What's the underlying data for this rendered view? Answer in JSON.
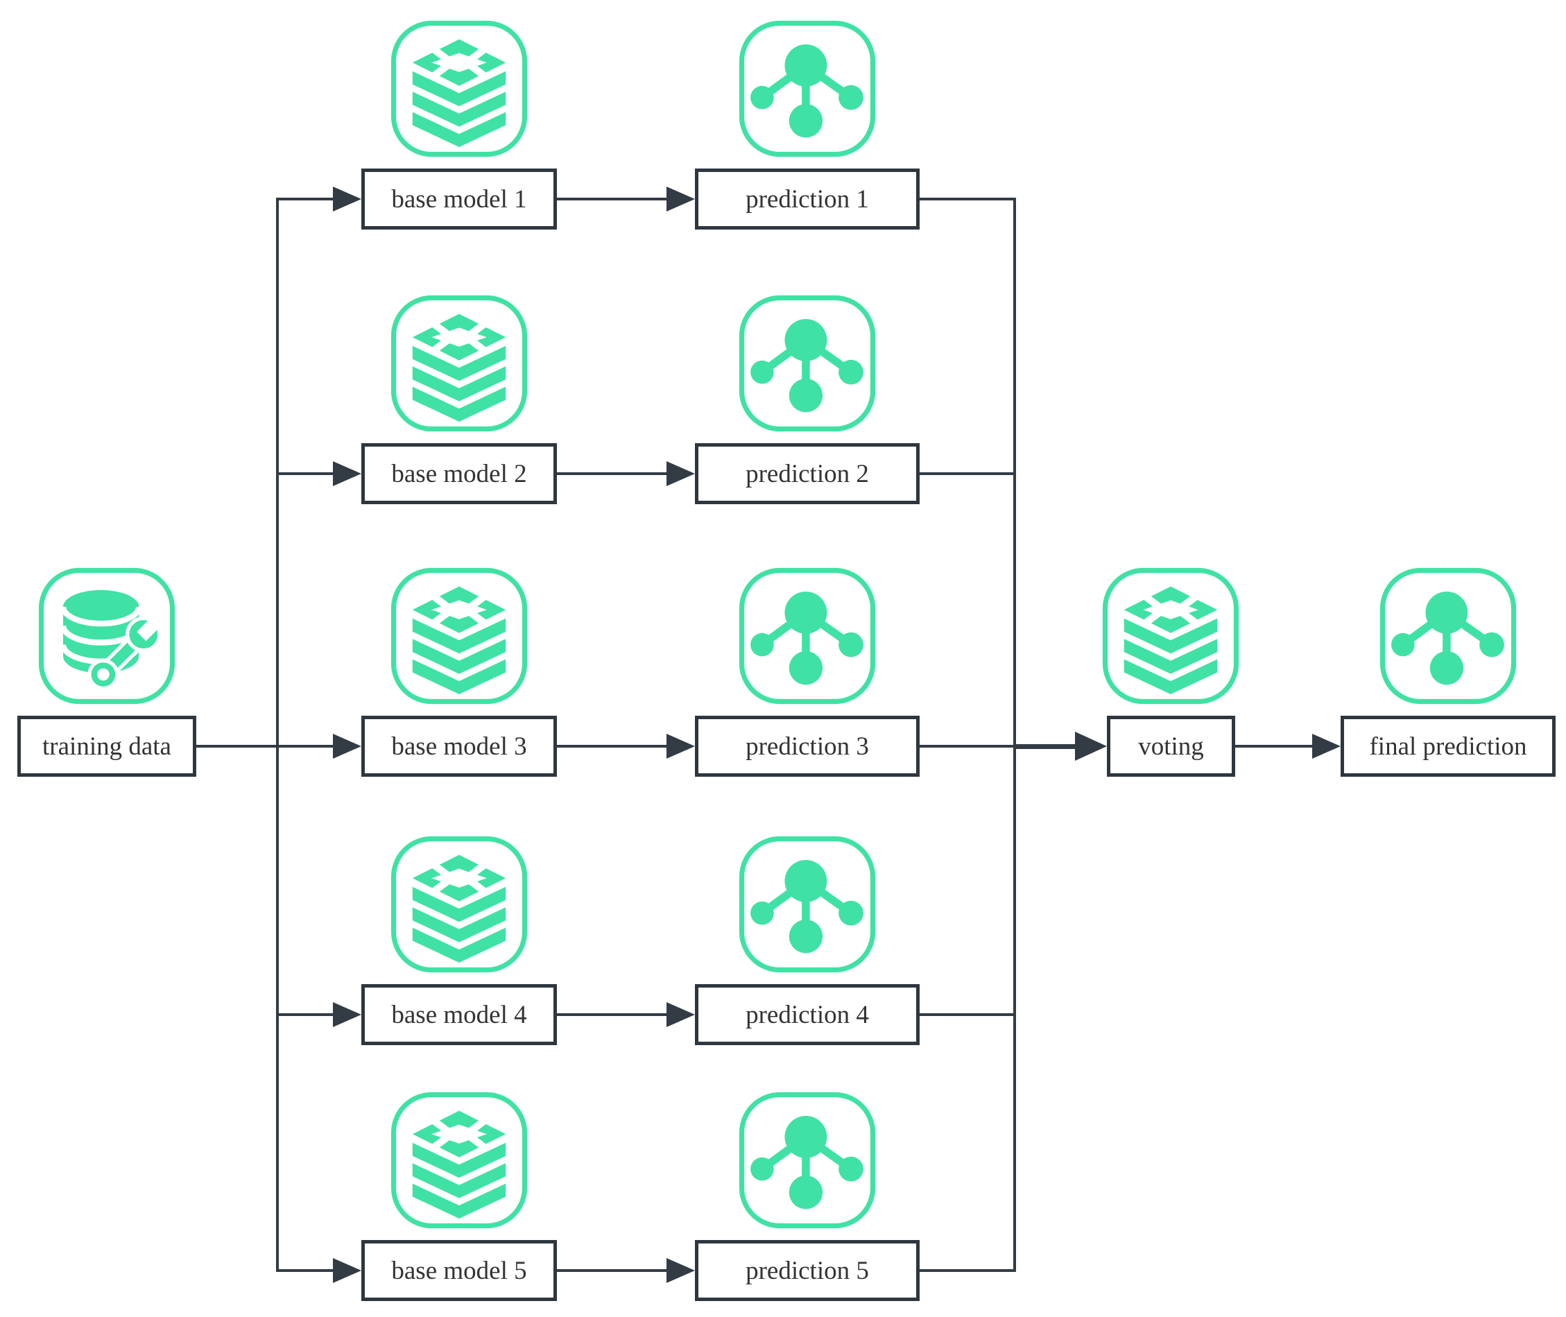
{
  "diagram": {
    "kind": "ensemble-voting-flowchart",
    "colors": {
      "accent": "#3FE2A4",
      "node_border": "#2E3740",
      "connector": "#333C45",
      "label_text": "#333333",
      "node_fill": "#ffffff",
      "background": "#ffffff"
    },
    "nodes": {
      "training_data": {
        "label": "training data",
        "icon": "database-wrench-icon"
      },
      "base_models": [
        {
          "label": "base model 1",
          "icon": "layer-stack-icon"
        },
        {
          "label": "base model 2",
          "icon": "layer-stack-icon"
        },
        {
          "label": "base model 3",
          "icon": "layer-stack-icon"
        },
        {
          "label": "base model 4",
          "icon": "layer-stack-icon"
        },
        {
          "label": "base model 5",
          "icon": "layer-stack-icon"
        }
      ],
      "predictions": [
        {
          "label": "prediction 1",
          "icon": "network-nodes-icon"
        },
        {
          "label": "prediction 2",
          "icon": "network-nodes-icon"
        },
        {
          "label": "prediction 3",
          "icon": "network-nodes-icon"
        },
        {
          "label": "prediction 4",
          "icon": "network-nodes-icon"
        },
        {
          "label": "prediction 5",
          "icon": "network-nodes-icon"
        }
      ],
      "voting": {
        "label": "voting",
        "icon": "layer-stack-icon"
      },
      "final_prediction": {
        "label": "final prediction",
        "icon": "network-nodes-icon"
      }
    },
    "edges": [
      {
        "from": "training data",
        "to": "base model 1"
      },
      {
        "from": "training data",
        "to": "base model 2"
      },
      {
        "from": "training data",
        "to": "base model 3"
      },
      {
        "from": "training data",
        "to": "base model 4"
      },
      {
        "from": "training data",
        "to": "base model 5"
      },
      {
        "from": "base model 1",
        "to": "prediction 1"
      },
      {
        "from": "base model 2",
        "to": "prediction 2"
      },
      {
        "from": "base model 3",
        "to": "prediction 3"
      },
      {
        "from": "base model 4",
        "to": "prediction 4"
      },
      {
        "from": "base model 5",
        "to": "prediction 5"
      },
      {
        "from": "prediction 1",
        "to": "voting"
      },
      {
        "from": "prediction 2",
        "to": "voting"
      },
      {
        "from": "prediction 3",
        "to": "voting"
      },
      {
        "from": "prediction 4",
        "to": "voting"
      },
      {
        "from": "prediction 5",
        "to": "voting"
      },
      {
        "from": "voting",
        "to": "final prediction"
      }
    ]
  }
}
